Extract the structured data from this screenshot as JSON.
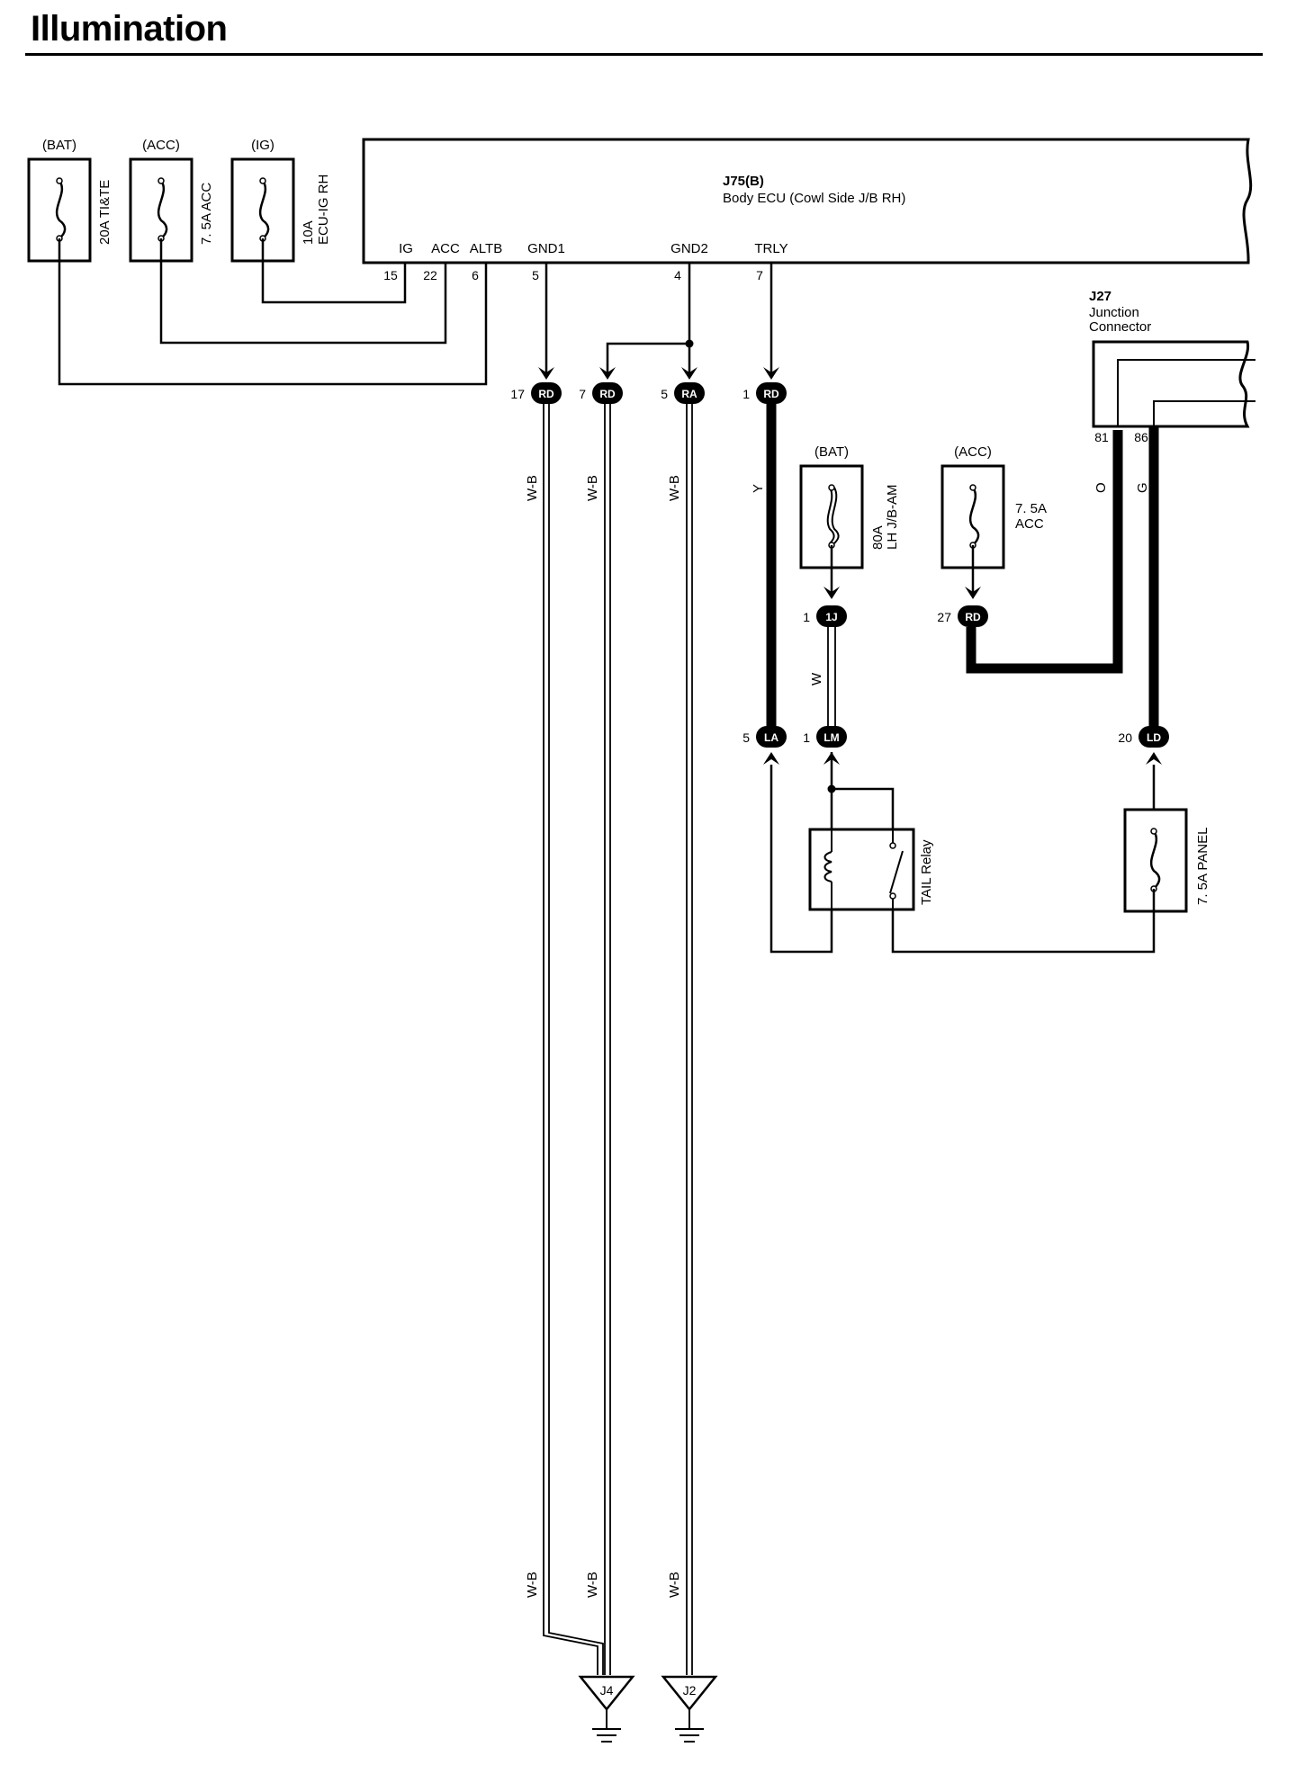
{
  "title": "Illumination",
  "ecu": {
    "code": "J75(B)",
    "name": "Body ECU (Cowl Side J/B RH)",
    "terminals": [
      {
        "name": "IG",
        "pin": "15"
      },
      {
        "name": "ACC",
        "pin": "22"
      },
      {
        "name": "ALTB",
        "pin": "6"
      },
      {
        "name": "GND1",
        "pin": "5"
      },
      {
        "name": "GND2",
        "pin": "4"
      },
      {
        "name": "TRLY",
        "pin": "7"
      }
    ]
  },
  "fuses_top": [
    {
      "source": "(BAT)",
      "rating": "20A TI&TE"
    },
    {
      "source": "(ACC)",
      "rating": "7. 5A ACC"
    },
    {
      "source": "(IG)",
      "rating": "10A",
      "name": "ECU-IG RH"
    }
  ],
  "junction_connector": {
    "code": "J27",
    "name_line1": "Junction",
    "name_line2": "Connector",
    "pins": [
      "81",
      "86"
    ]
  },
  "connectors": [
    {
      "pin": "17",
      "code": "RD"
    },
    {
      "pin": "7",
      "code": "RD"
    },
    {
      "pin": "5",
      "code": "RA"
    },
    {
      "pin": "1",
      "code": "RD"
    },
    {
      "pin": "1",
      "code": "1J"
    },
    {
      "pin": "27",
      "code": "RD"
    },
    {
      "pin": "5",
      "code": "LA"
    },
    {
      "pin": "1",
      "code": "LM"
    },
    {
      "pin": "20",
      "code": "LD"
    }
  ],
  "wire_colors": {
    "gnd1": "W-B",
    "gnd2a": "W-B",
    "gnd2b": "W-B",
    "trly": "Y",
    "lm": "W",
    "j27_81": "O",
    "j27_86": "G"
  },
  "fuses_mid": [
    {
      "source": "(BAT)",
      "rating": "80A",
      "name": "LH J/B-AM"
    },
    {
      "source": "(ACC)",
      "rating": "7. 5A",
      "name": "ACC"
    }
  ],
  "relay": {
    "label": "TAIL Relay"
  },
  "panel_fuse": {
    "label": "7. 5A PANEL"
  },
  "grounds": [
    "J4",
    "J2"
  ]
}
